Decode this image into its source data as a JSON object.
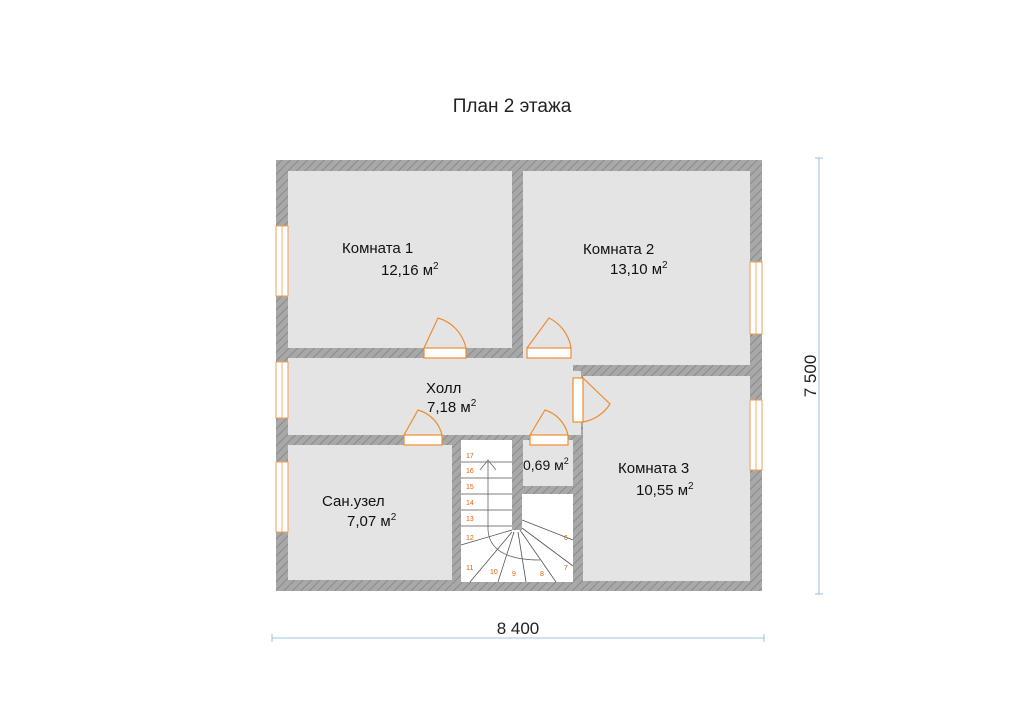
{
  "title": "План 2 этажа",
  "rooms": {
    "room1": {
      "name": "Комната 1",
      "area_num": "12,16 м",
      "sup": "2"
    },
    "room2": {
      "name": "Комната 2",
      "area_num": "13,10 м",
      "sup": "2"
    },
    "hall": {
      "name": "Холл",
      "area_num": "7,18 м",
      "sup": "2"
    },
    "closet": {
      "name": "",
      "area_num": "0,69 м",
      "sup": "2"
    },
    "room3": {
      "name": "Комната 3",
      "area_num": "10,55 м",
      "sup": "2"
    },
    "bath": {
      "name": "Сан.узел",
      "area_num": "7,07 м",
      "sup": "2"
    }
  },
  "dimensions": {
    "width": "8 400",
    "height": "7 500"
  },
  "stairs": {
    "steps": [
      "17",
      "16",
      "15",
      "14",
      "13",
      "12",
      "11",
      "10",
      "9",
      "8",
      "7",
      "6"
    ]
  },
  "colors": {
    "wall": "#a3a3a3",
    "room_fill": "#e4e4e4",
    "door": "#f08c30",
    "window": "#f0a050",
    "dim_line": "#7fb0d8"
  }
}
